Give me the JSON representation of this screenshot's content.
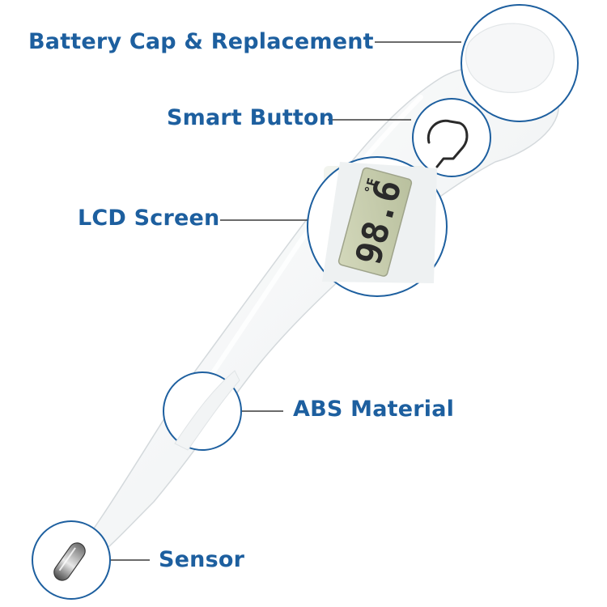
{
  "colors": {
    "label": "#1d5f9f",
    "callout": "#1d5f9f",
    "leader": "#3a3a3a",
    "body": "#f4f6f6",
    "body_edge": "#d4d9dc",
    "lcd_bg": "#c9cfb0",
    "lcd_digits": "#2a2a2a"
  },
  "callouts": [
    {
      "id": "battery-cap",
      "label": "Battery Cap & Replacement"
    },
    {
      "id": "smart-button",
      "label": "Smart Button"
    },
    {
      "id": "lcd-screen",
      "label": "LCD Screen"
    },
    {
      "id": "abs-material",
      "label": "ABS Material"
    },
    {
      "id": "sensor",
      "label": "Sensor"
    }
  ],
  "display": {
    "reading": "98.6",
    "unit": "°F"
  }
}
